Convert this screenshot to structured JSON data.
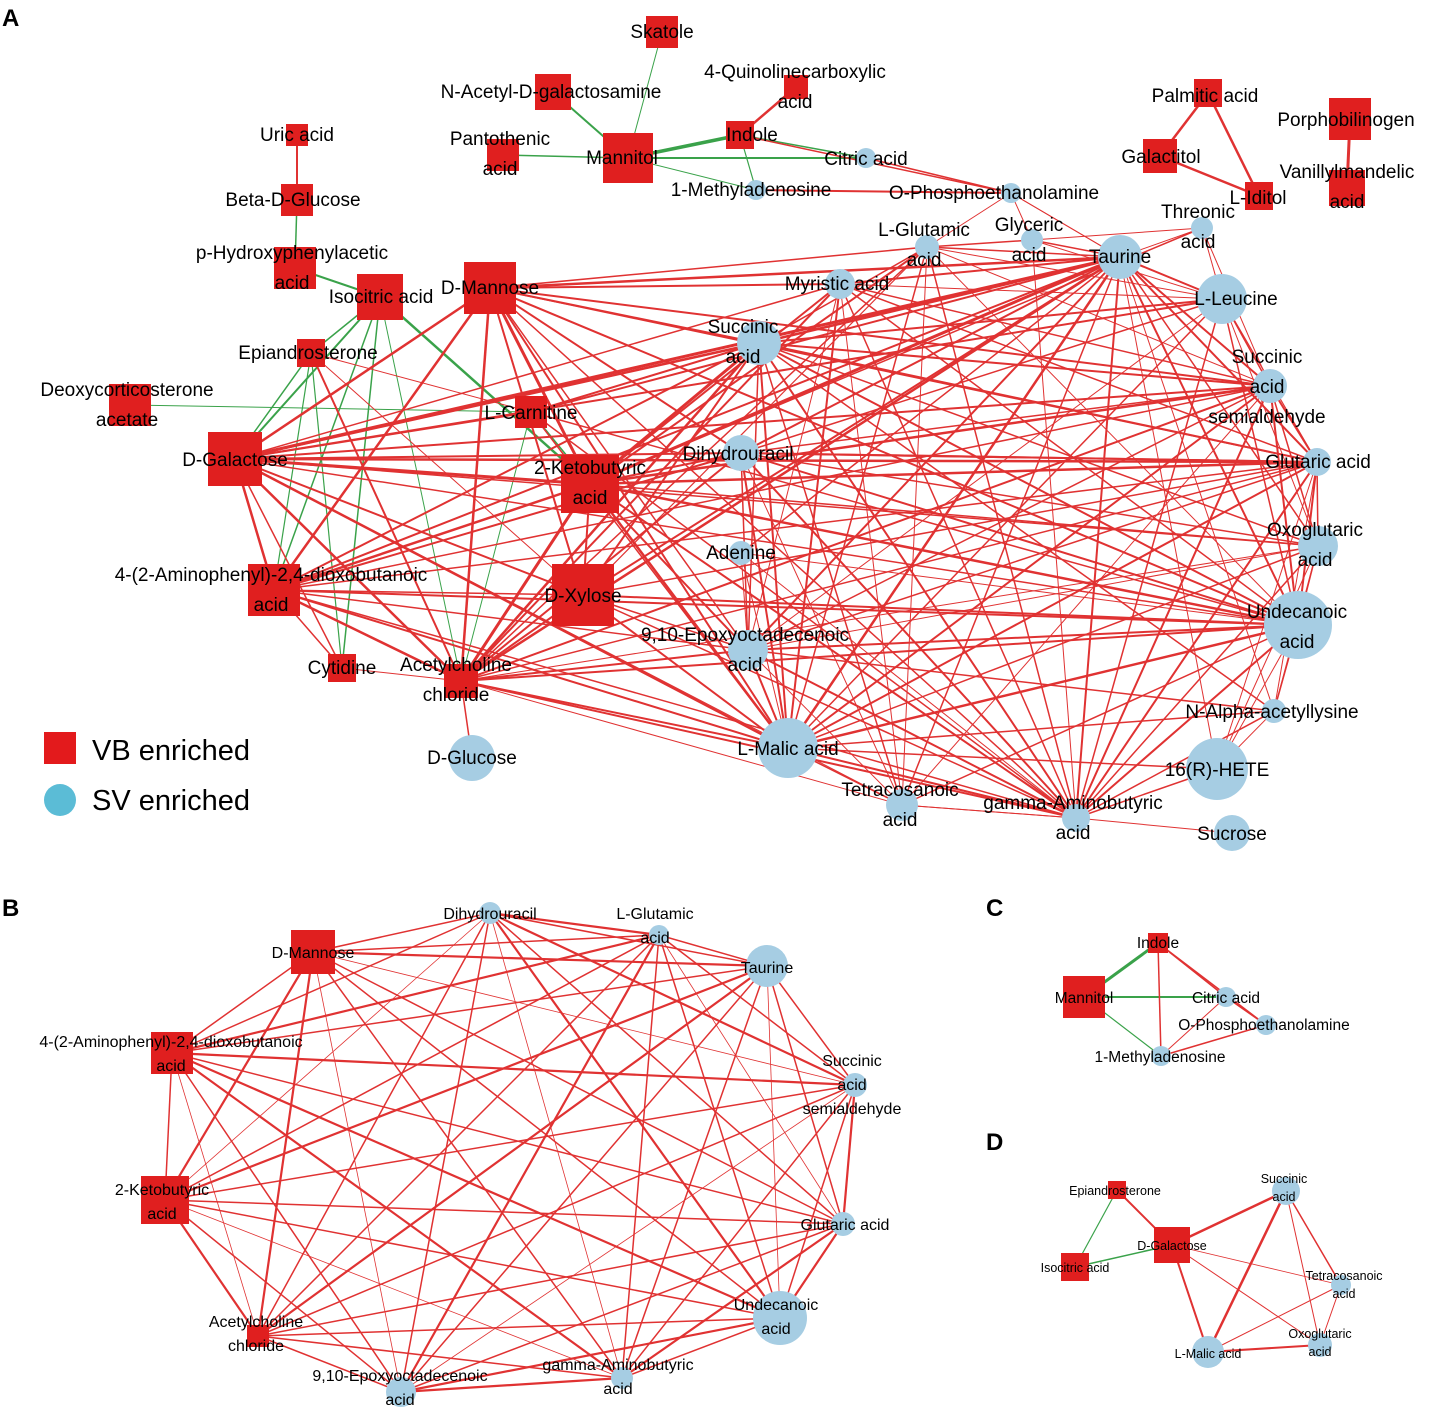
{
  "panels": [
    "A",
    "B",
    "C",
    "D"
  ],
  "legend": {
    "vb": {
      "label": "VB enriched",
      "color": "#e31a1c"
    },
    "sv": {
      "label": "SV enriched",
      "color": "#5bbcd6"
    }
  },
  "colors": {
    "vb_node": "#e01f1f",
    "sv_node": "#a6cde3",
    "pos_edge": "#e03232",
    "neg_edge": "#3aa24a"
  }
}
